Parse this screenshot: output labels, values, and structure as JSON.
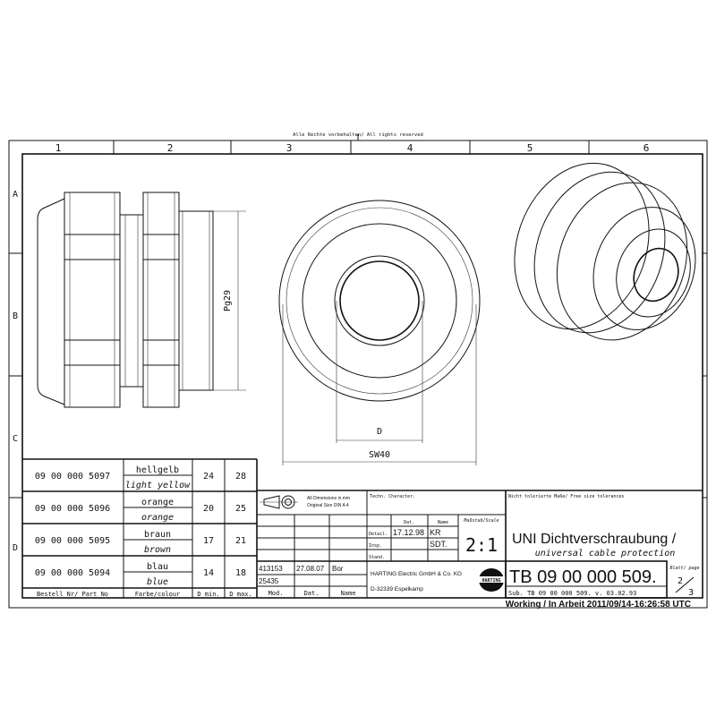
{
  "header": {
    "rights": "Alle Rechte vorbehalten/ All rights reserved"
  },
  "grid": {
    "columns": [
      "1",
      "2",
      "3",
      "4",
      "5",
      "6"
    ],
    "rows": [
      "A",
      "B",
      "C",
      "D"
    ]
  },
  "drawing": {
    "dim_thread": "Pg29",
    "dim_inner": "D",
    "dim_wrench": "SW40"
  },
  "parts_table": {
    "rows": [
      {
        "part_no": "09 00 000 5097",
        "farbe": "hellgelb",
        "colour": "light yellow",
        "d_min": "24",
        "d_max": "28"
      },
      {
        "part_no": "09 00 000 5096",
        "farbe": "orange",
        "colour": "orange",
        "d_min": "20",
        "d_max": "25"
      },
      {
        "part_no": "09 00 000 5095",
        "farbe": "braun",
        "colour": "brown",
        "d_min": "17",
        "d_max": "21"
      },
      {
        "part_no": "09 00 000 5094",
        "farbe": "blau",
        "colour": "blue",
        "d_min": "14",
        "d_max": "18"
      }
    ],
    "headers": {
      "part_no": "Bestell Nr/ Part No",
      "colour": "Farbe/colour",
      "d_min": "D min.",
      "d_max": "D max."
    }
  },
  "title_block": {
    "dimensions_note_1": "All Dimensions in mm",
    "dimensions_note_2": "Original Size DIN A 4",
    "techn_character": "Techn. Character.",
    "col_dat": "Dat.",
    "col_name": "Name",
    "detail_label": "Detail.",
    "detail_date": "17.12.98",
    "detail_name": "KR",
    "insp_label": "Insp.",
    "insp_name": "SDT.",
    "stand_label": "Stand.",
    "scale_label": "Maßstab/Scale",
    "scale": "2:1",
    "mod_no": "413153",
    "mod_date": "27.08.07",
    "mod_name": "Bor",
    "mod_no_2": "25435",
    "mod_header": "Mod.",
    "dat_header": "Dat.",
    "name_header": "Name",
    "company": "HARTING Electric GmbH & Co. KG",
    "address": "D-32339 Espelkamp",
    "logo_text": "HARTING",
    "tolerances": "Nicht tolerierte Maße/ Free size tolerances",
    "title_de": "UNI Dichtverschraubung /",
    "title_en": "universal cable protection",
    "drawing_no": "TB 09 00 000 509.",
    "sub": "Sub.  TB 09 00 000 509.  v.  03.02.93",
    "sheet_label": "Blatt/ page",
    "sheet": "2",
    "sheets": "3"
  },
  "status": "Working / In Arbeit  2011/09/14-16:26:58  UTC"
}
